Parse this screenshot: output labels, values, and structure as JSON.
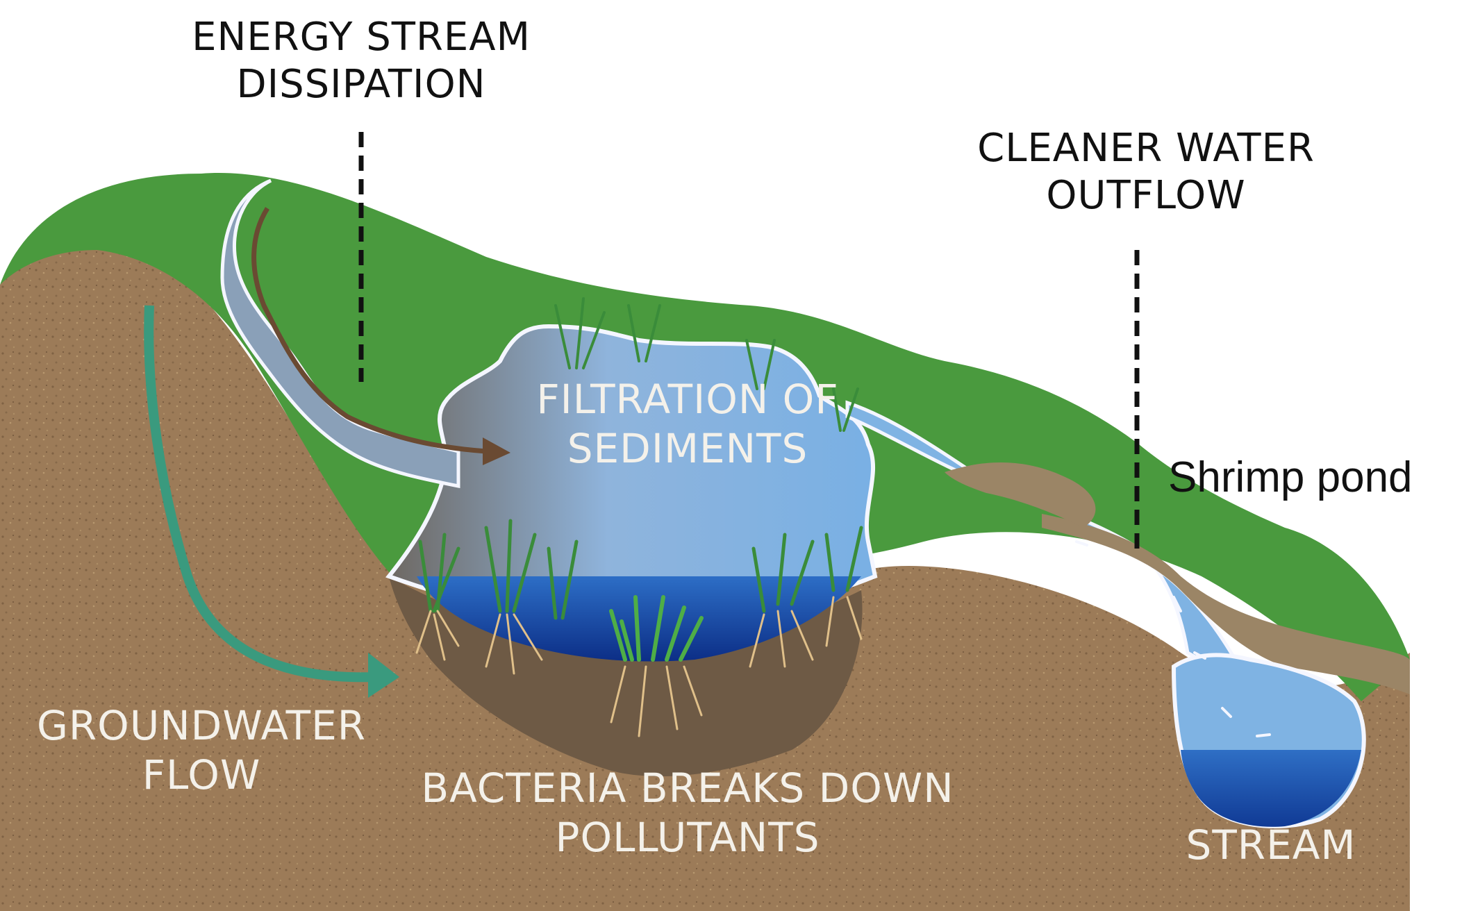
{
  "labels": {
    "energy_line1": "ENERGY STREAM",
    "energy_line2": "DISSIPATION",
    "cleaner_line1": "CLEANER WATER",
    "cleaner_line2": "OUTFLOW",
    "shrimp": "Shrimp pond",
    "filtration_line1": "FILTRATION OF",
    "filtration_line2": "SEDIMENTS",
    "groundwater_line1": "GROUNDWATER",
    "groundwater_line2": "FLOW",
    "bacteria_line1": "BACTERIA BREAKS DOWN",
    "bacteria_line2": "POLLUTANTS",
    "stream": "STREAM"
  },
  "colors": {
    "soil": "#9c7b58",
    "grass": "#4a9a3e",
    "water_light": "#7fb3e3",
    "water_deep": "#1f58b8",
    "sediment": "#6e5a45",
    "bank": "#9b8566",
    "arrow_brown": "#6a4a32",
    "arrow_teal": "#3a9a7e"
  }
}
